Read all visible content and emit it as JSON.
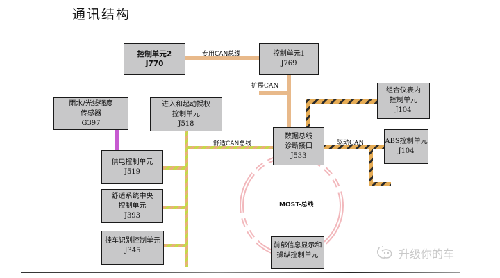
{
  "title": "通讯结构",
  "buses": {
    "private_can": "专用CAN总线",
    "extended_can": "扩展CAN",
    "comfort_can": "舒适CAN总线",
    "drive_can": "驱动CAN",
    "most": "MOST-总线"
  },
  "colors": {
    "private_can": "#e8b98a",
    "extended_can": "#e8b98a",
    "comfort_can_a": "#c5d94a",
    "comfort_can_b": "#e9b07a",
    "drive_can_a": "#e6ac55",
    "drive_can_b": "#2a2a2a",
    "sensor_link": "#c75bd1",
    "most_ring": "#f2b8bc",
    "box_fill": "#c8c8c9"
  },
  "units": {
    "j770": {
      "line1": "控制单元2",
      "line2": "J770"
    },
    "j769": {
      "line1": "控制单元1",
      "line2": "J769"
    },
    "g397": {
      "line1": "雨水/光线强度",
      "line2": "传感器",
      "line3": "G397"
    },
    "j518": {
      "line1": "进入和起动授权",
      "line2": "控制单元",
      "line3": "J518"
    },
    "j533": {
      "line1": "数据总线",
      "line2": "诊断接口",
      "line3": "J533"
    },
    "j104_cluster": {
      "line1": "组合仪表内",
      "line2": "控制单元",
      "line3": "J104"
    },
    "j104_abs": {
      "line1": "ABS控制单元",
      "line2": "J104"
    },
    "j519": {
      "line1": "供电控制单元",
      "line2": "J519"
    },
    "j393": {
      "line1": "舒适系统中央",
      "line2": "控制单元",
      "line3": "J393"
    },
    "j345": {
      "line1": "挂车识别控制单元",
      "line2": "J345"
    },
    "front_display": {
      "line1": "前部信息显示和",
      "line2": "操纵控制单元"
    }
  },
  "watermark": "升级你的车"
}
